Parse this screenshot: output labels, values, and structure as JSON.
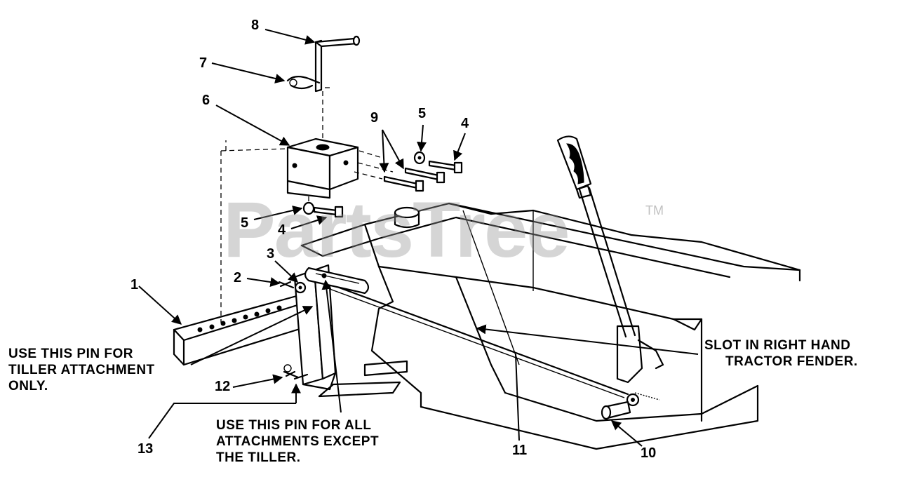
{
  "watermark": {
    "text": "PartsTree",
    "trademark": "TM"
  },
  "notes": {
    "tiller_pin": [
      "USE THIS PIN FOR",
      "TILLER ATTACHMENT",
      "ONLY."
    ],
    "all_pin": [
      "USE THIS PIN FOR ALL",
      "ATTACHMENTS EXCEPT",
      "THE TILLER."
    ],
    "fender_slot": [
      "SLOT IN RIGHT HAND",
      "TRACTOR FENDER."
    ]
  },
  "callouts": {
    "c1": "1",
    "c2": "2",
    "c3": "3",
    "c4a": "4",
    "c4b": "4",
    "c5a": "5",
    "c5b": "5",
    "c6": "6",
    "c7": "7",
    "c8": "8",
    "c9": "9",
    "c10": "10",
    "c11": "11",
    "c12": "12",
    "c13": "13"
  }
}
